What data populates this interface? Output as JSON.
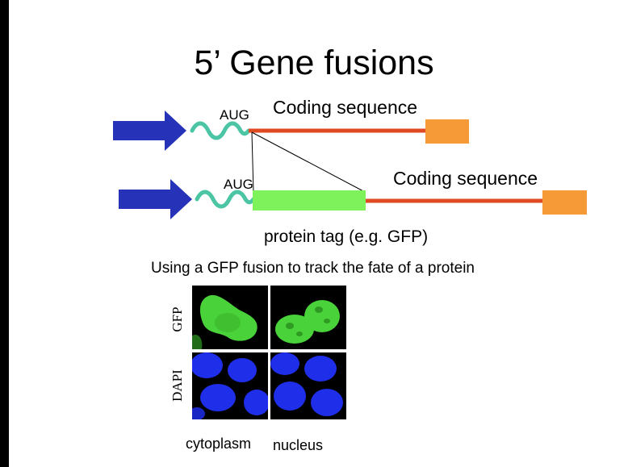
{
  "title": "5’ Gene fusions",
  "construct1": {
    "start_codon": "AUG",
    "coding_label": "Coding sequence"
  },
  "construct2": {
    "start_codon": "AUG",
    "coding_label": "Coding sequence",
    "tag_label": "protein tag (e.g. GFP)"
  },
  "micrograph": {
    "heading": "Using a GFP fusion to track the fate of a protein",
    "row_labels": [
      "GFP",
      "DAPI"
    ],
    "column_labels": [
      "cytoplasm",
      "nucleus"
    ]
  },
  "colors": {
    "promoter_arrow": "#2633b8",
    "utr_wave": "#4cc5a5",
    "coding_line": "#e04a22",
    "utr3_box": "#f59a36",
    "gfp_tag": "#7df25a",
    "gfp_signal": "#4ad23a",
    "dapi_signal": "#1f2ee8"
  }
}
